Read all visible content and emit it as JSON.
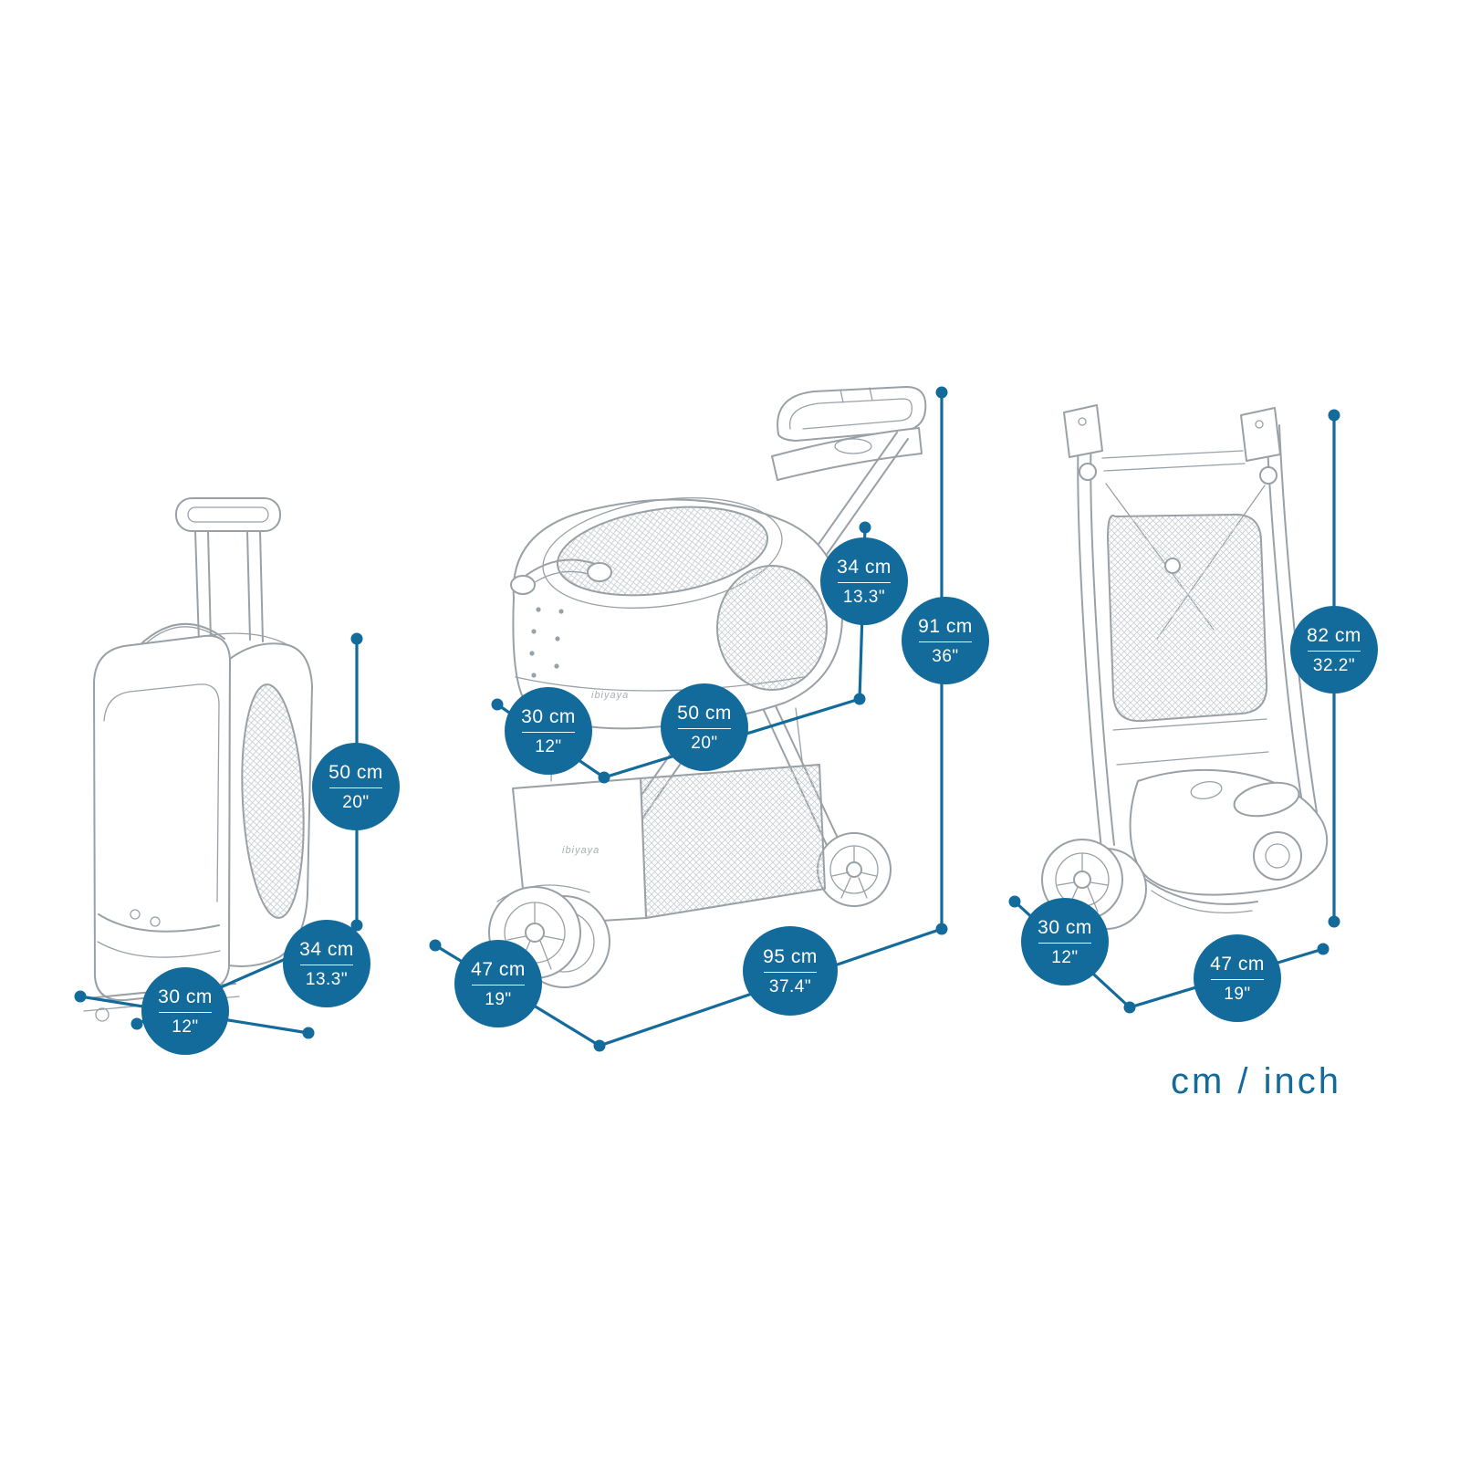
{
  "unit_label": "cm / inch",
  "logo": "ibiyaya",
  "colors": {
    "accent": "#136b9c",
    "line_art": "#9aa1a6"
  },
  "figures": {
    "carrier": {
      "dims": {
        "height": {
          "cm": "50 cm",
          "inch": "20\""
        },
        "depth": {
          "cm": "34 cm",
          "inch": "13.3\""
        },
        "width": {
          "cm": "30 cm",
          "inch": "12\""
        }
      }
    },
    "stroller": {
      "dims": {
        "carrier_height": {
          "cm": "34 cm",
          "inch": "13.3\""
        },
        "overall_height": {
          "cm": "91 cm",
          "inch": "36\""
        },
        "carrier_width": {
          "cm": "30 cm",
          "inch": "12\""
        },
        "carrier_length": {
          "cm": "50 cm",
          "inch": "20\""
        },
        "base_width": {
          "cm": "47 cm",
          "inch": "19\""
        },
        "overall_length": {
          "cm": "95 cm",
          "inch": "37.4\""
        }
      }
    },
    "folded": {
      "dims": {
        "height": {
          "cm": "82 cm",
          "inch": "32.2\""
        },
        "width": {
          "cm": "30 cm",
          "inch": "12\""
        },
        "length": {
          "cm": "47 cm",
          "inch": "19\""
        }
      }
    }
  }
}
